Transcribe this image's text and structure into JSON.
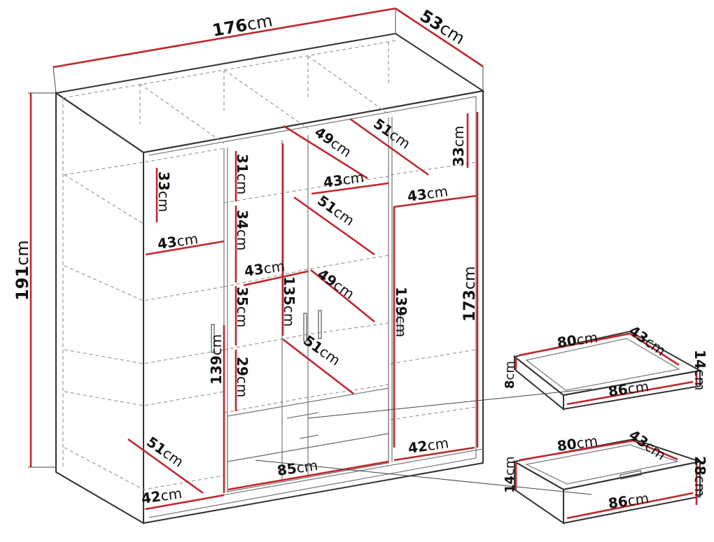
{
  "unit": "cm",
  "dimensions": {
    "overall_width": "176",
    "overall_depth": "53",
    "overall_height": "191",
    "left_top_shelf_height": "33",
    "left_shelf_width": "43",
    "left_section_height": "139",
    "left_bottom_depth": "51",
    "left_bottom_width": "42",
    "middle_top_height": "31",
    "middle_second_height": "34",
    "middle_third_height": "35",
    "middle_fourth_height": "29",
    "middle_shelf_width": "43",
    "middle_door_height": "135",
    "middle_top_depth": "49",
    "middle_top_width": "43",
    "middle_upper_depth": "51",
    "middle_mid_depth": "49",
    "middle_lower_depth": "51",
    "middle_drawer_width": "85",
    "right_top_depth": "51",
    "right_top_height": "33",
    "right_top_width": "43",
    "right_door_height": "173",
    "right_inner_height": "139",
    "right_bottom_width": "42",
    "small_drawer_width": "80",
    "small_drawer_depth": "43",
    "small_drawer_side": "14",
    "small_drawer_height": "8",
    "small_drawer_front": "86",
    "large_drawer_width": "80",
    "large_drawer_depth": "43",
    "large_drawer_side": "28",
    "large_drawer_height": "14",
    "large_drawer_front": "86"
  }
}
